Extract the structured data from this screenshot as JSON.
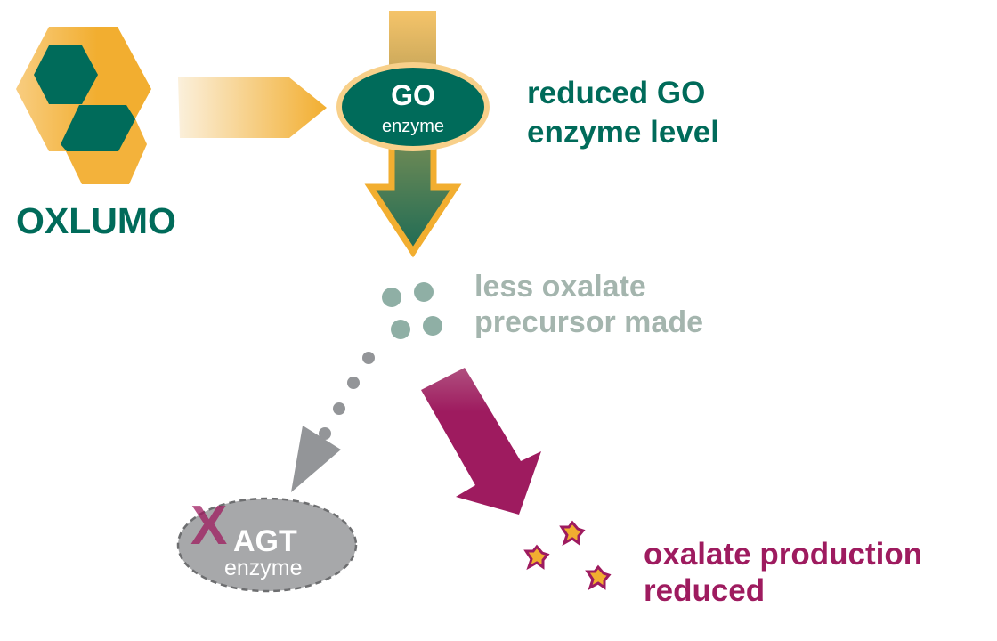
{
  "logo": {
    "name": "OXLUMO"
  },
  "go_enzyme": {
    "title": "GO",
    "subtitle": "enzyme"
  },
  "agt_enzyme": {
    "title": "AGT",
    "subtitle": "enzyme",
    "blocked_mark": "X"
  },
  "captions": {
    "go_reduced": [
      "reduced GO",
      "enzyme level"
    ],
    "precursor": [
      "less oxalate",
      "precursor made"
    ],
    "oxalate": [
      "oxalate production",
      "reduced"
    ]
  },
  "colors": {
    "green": "#006b5a",
    "orange": "#f2ae30",
    "magenta": "#9e1b5f",
    "teal_gray": "#8fafa5",
    "gray": "#939598"
  }
}
